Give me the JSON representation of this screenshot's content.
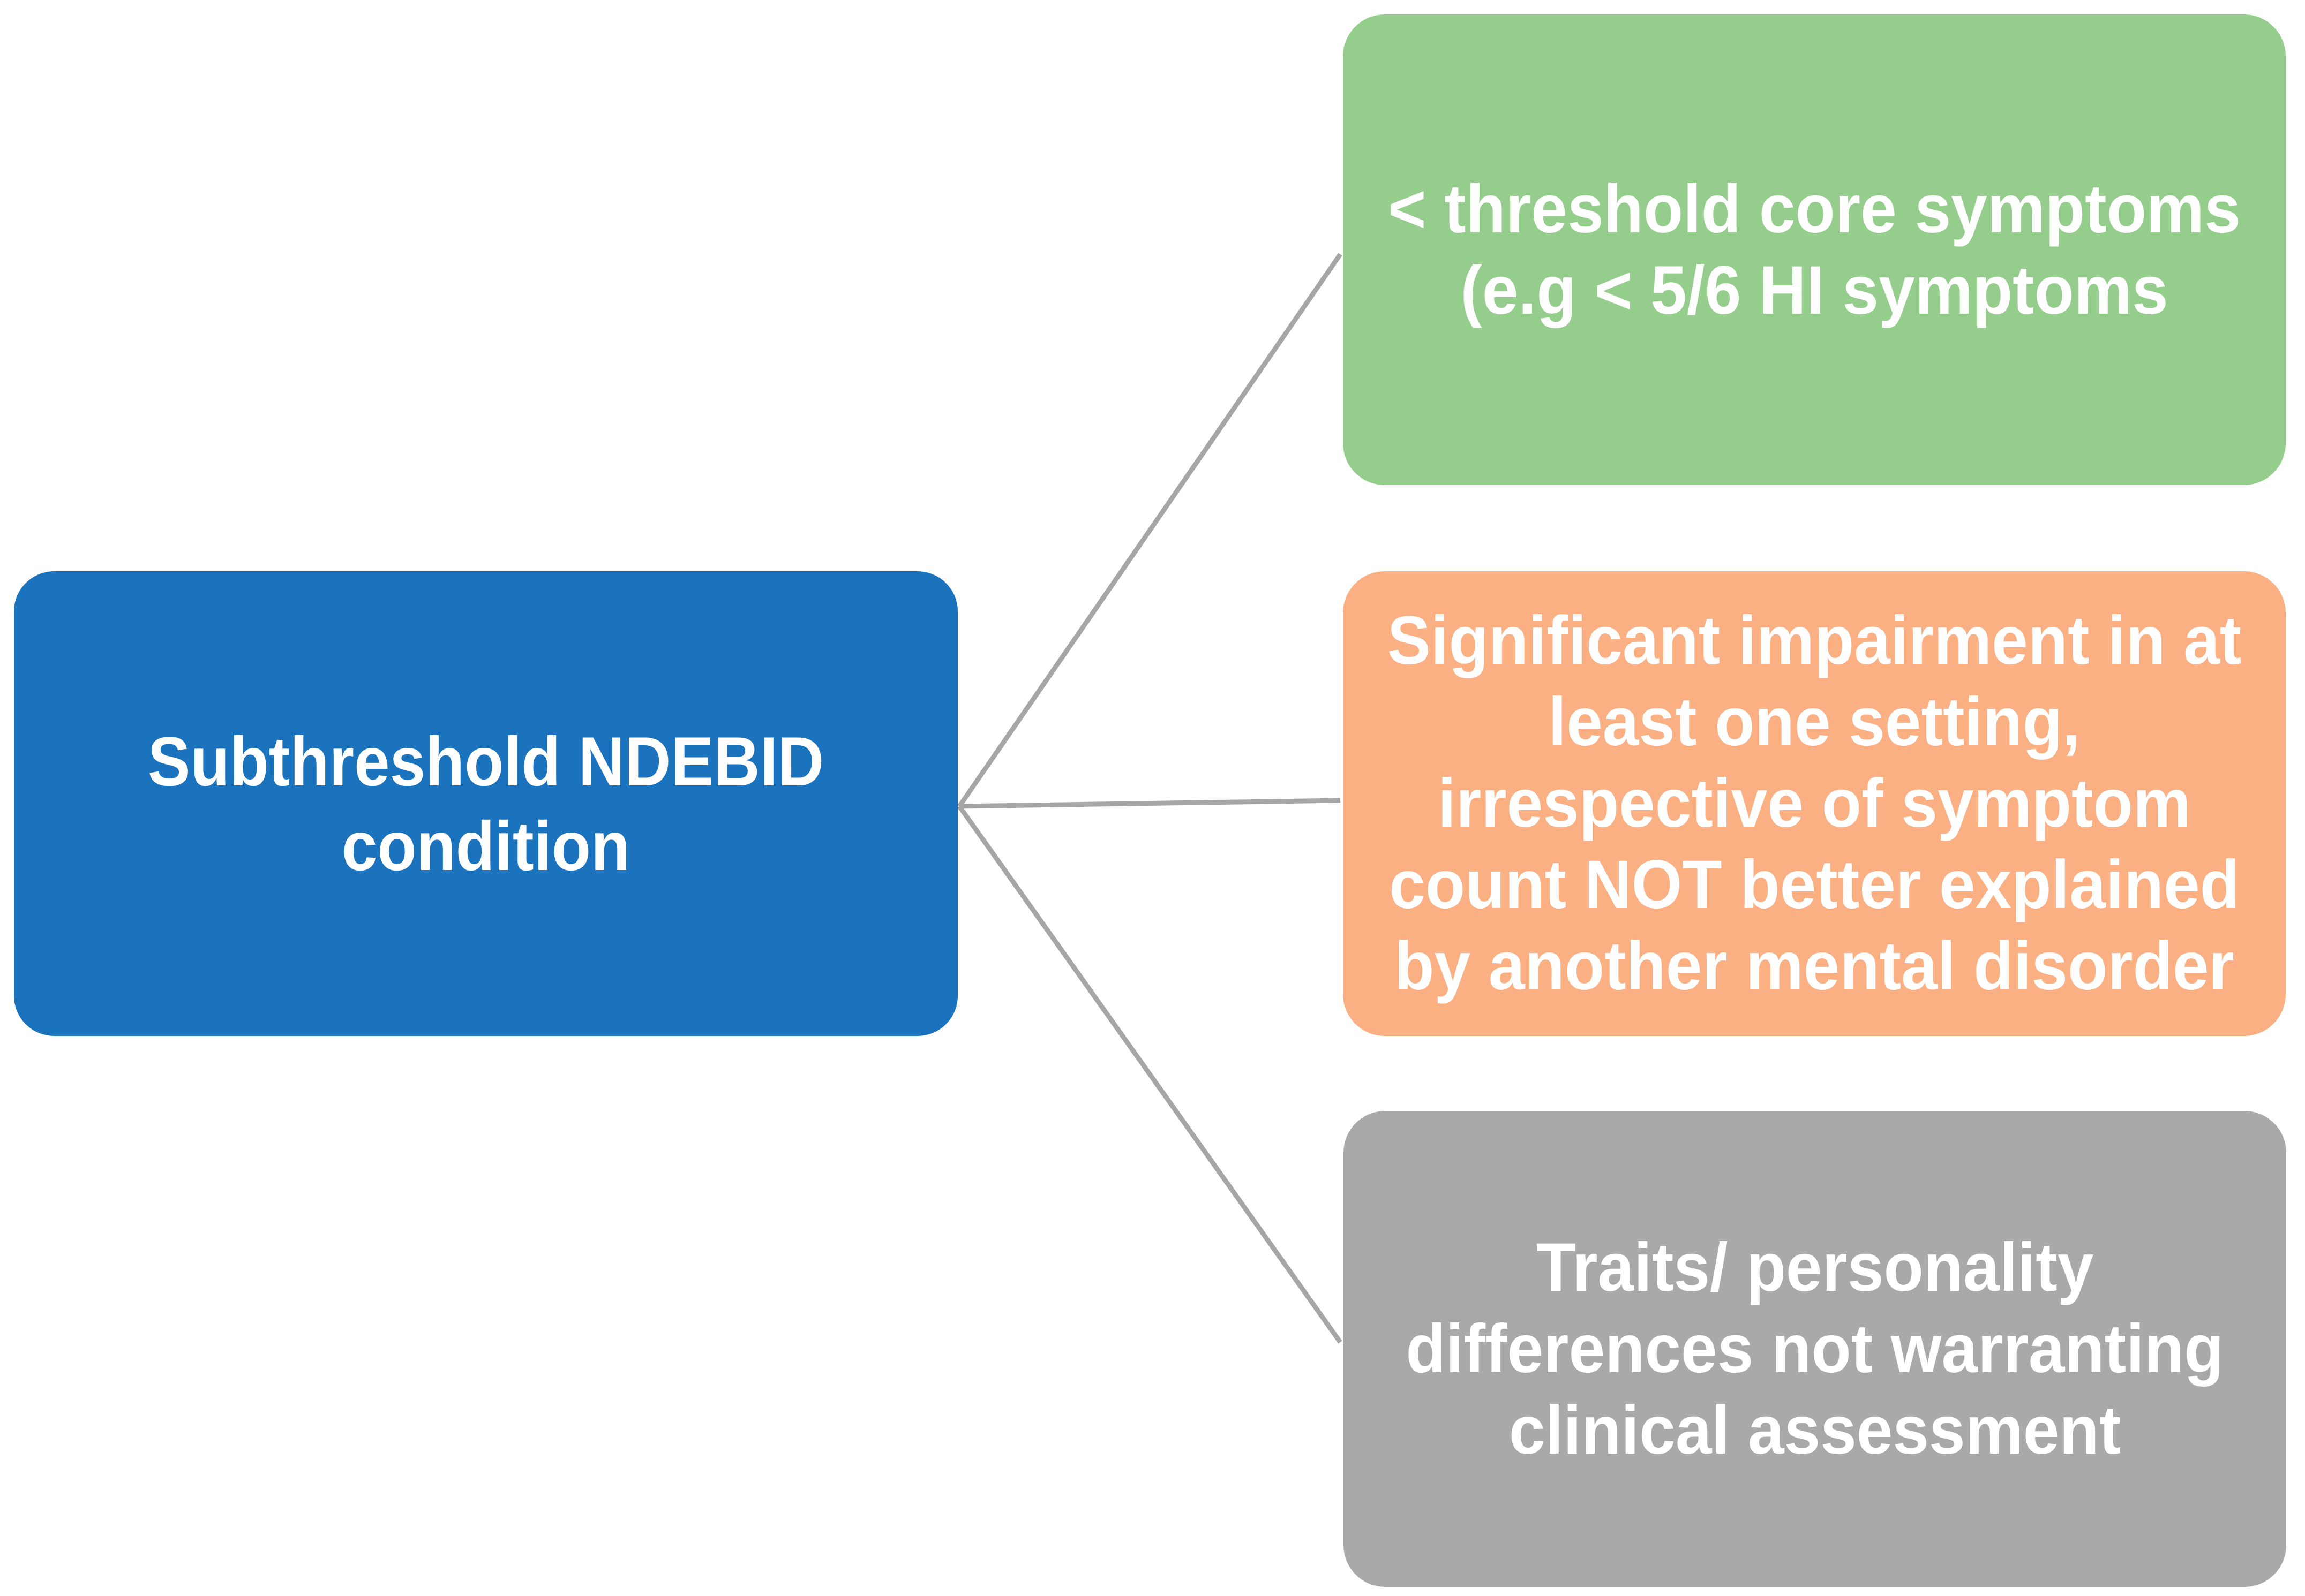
{
  "diagram": {
    "text_color": "#FFFFFF",
    "connector_color": "#A6A6A6",
    "root": {
      "label": "Subthreshold NDEBID\ncondition",
      "color": "#1B73BE"
    },
    "branches": [
      {
        "id": "subthreshold-core-symptoms",
        "label": "< threshold core symptoms\n(e.g < 5/6 HI symptoms",
        "color": "#95CE8C"
      },
      {
        "id": "significant-impairment",
        "label": "Significant impairment in at\nleast one setting,\nirrespective of symptom\ncount NOT better explained\nby another mental disorder",
        "color": "#FBB083"
      },
      {
        "id": "traits-personality-differences",
        "label": "Traits/ personality\ndifferences not warranting\nclinical assessment",
        "color": "#A9A9A9"
      }
    ]
  }
}
